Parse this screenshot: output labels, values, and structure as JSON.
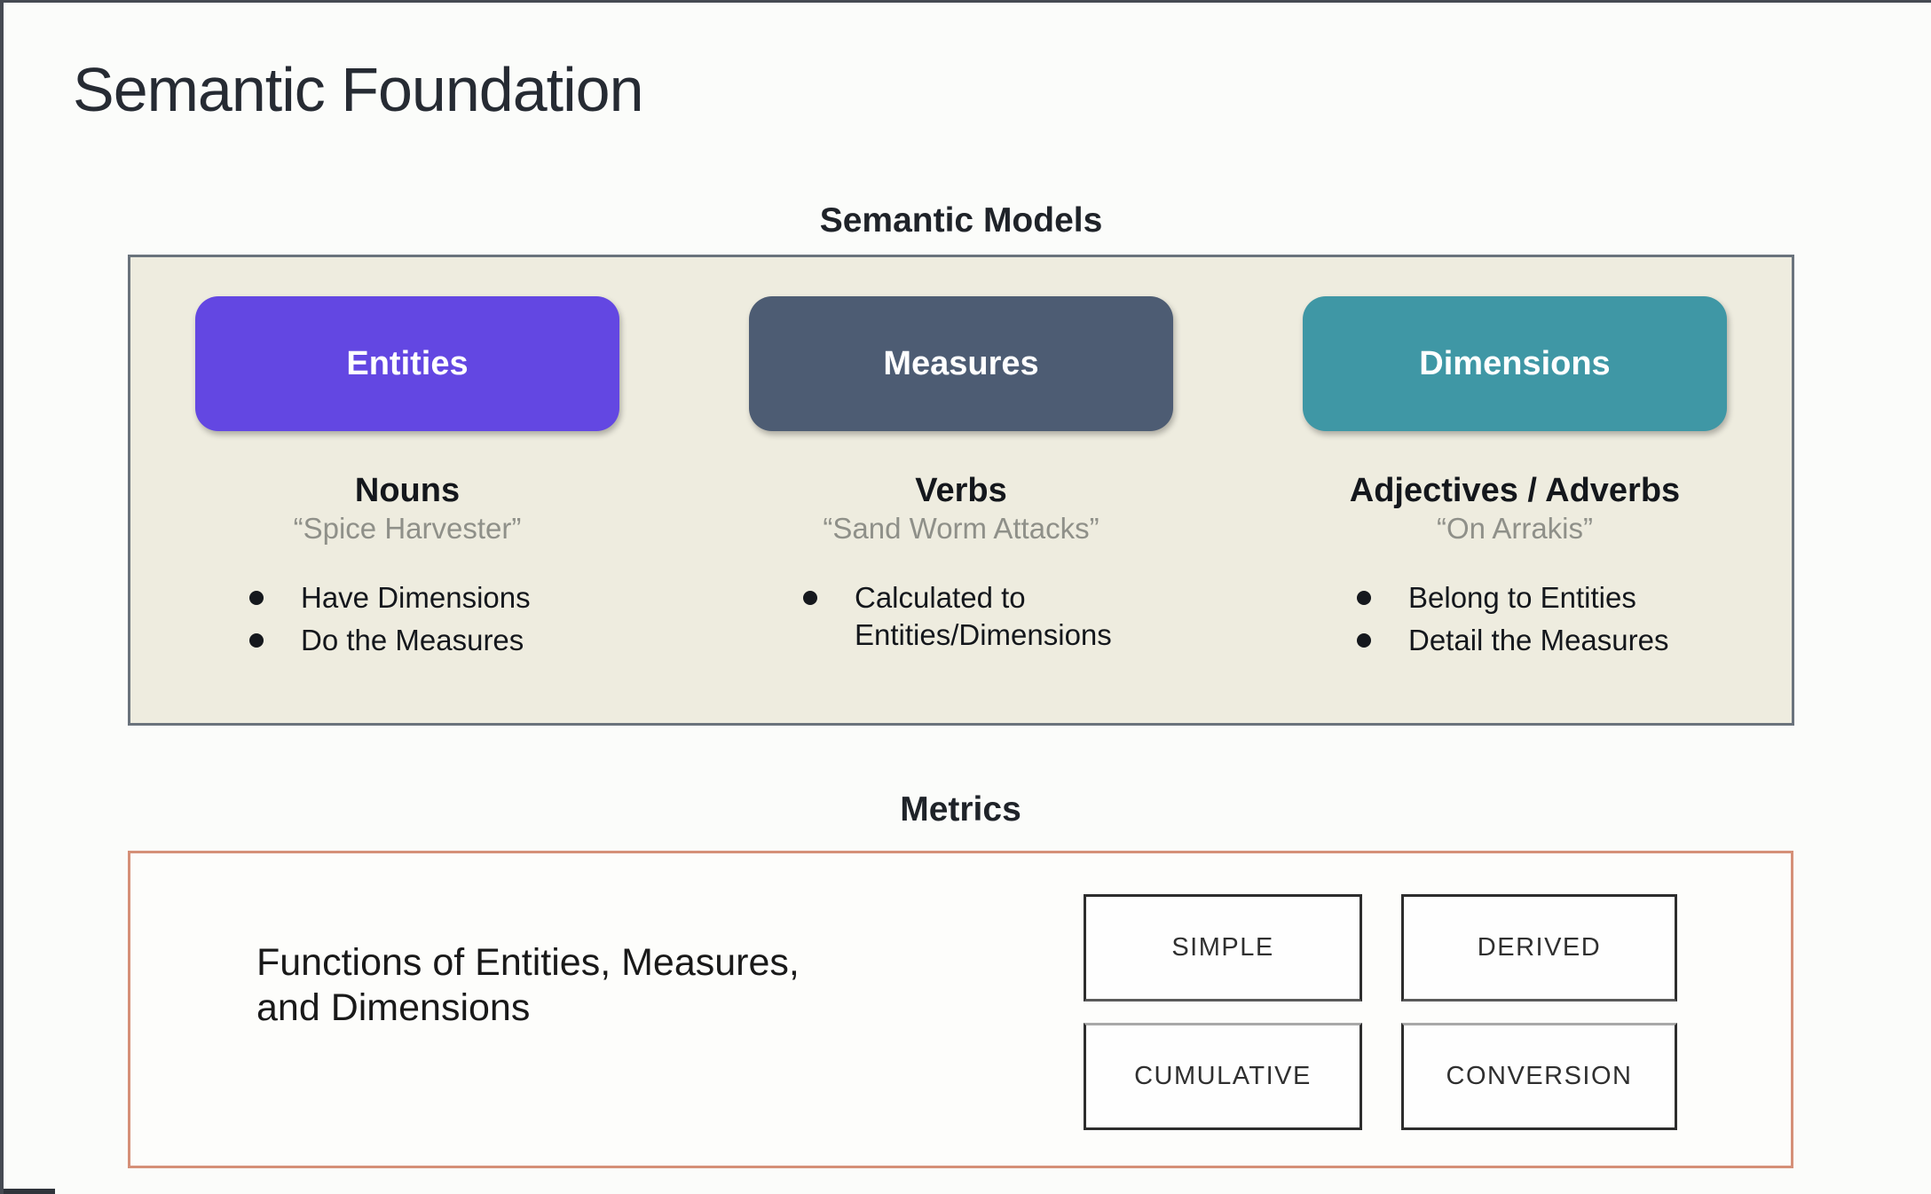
{
  "page": {
    "title": "Semantic Foundation"
  },
  "semantic_models": {
    "heading": "Semantic Models",
    "panel_bg": "#eeecdf",
    "panel_border": "#6a737c",
    "columns": [
      {
        "button_label": "Entities",
        "button_color": "#6347e2",
        "role": "Nouns",
        "example": "“Spice Harvester”",
        "bullets": [
          "Have Dimensions",
          "Do the Measures"
        ]
      },
      {
        "button_label": "Measures",
        "button_color": "#4d5c73",
        "role": "Verbs",
        "example": "“Sand Worm Attacks”",
        "bullets": [
          "Calculated to Entities/Dimensions"
        ]
      },
      {
        "button_label": "Dimensions",
        "button_color": "#3f97a5",
        "role": "Adjectives / Adverbs",
        "example": "“On Arrakis”",
        "bullets": [
          "Belong to Entities",
          "Detail the Measures"
        ]
      }
    ]
  },
  "metrics": {
    "heading": "Metrics",
    "description": "Functions of Entities, Measures,\nand Dimensions",
    "panel_border": "#d59078",
    "types": [
      "SIMPLE",
      "DERIVED",
      "CUMULATIVE",
      "CONVERSION"
    ]
  }
}
